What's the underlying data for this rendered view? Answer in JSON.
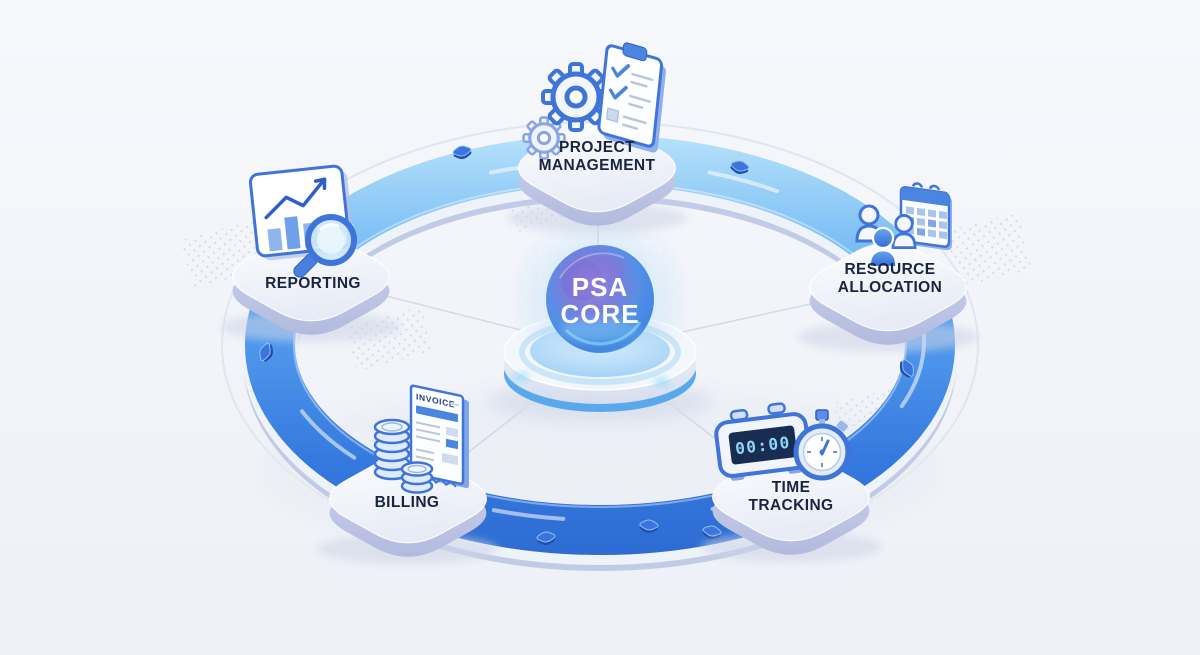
{
  "core": {
    "line1": "PSA",
    "line2": "CORE"
  },
  "nodes": {
    "project_management": {
      "line1": "PROJECT",
      "line2": "MANAGEMENT",
      "icons": [
        "gear-icon",
        "small-gear-icon",
        "clipboard-checklist-icon"
      ]
    },
    "resource_allocation": {
      "line1": "RESOURCE",
      "line2": "ALLOCATION",
      "icons": [
        "team-icon",
        "calendar-icon"
      ]
    },
    "time_tracking": {
      "line1": "TIME",
      "line2": "TRACKING",
      "clock_display": "00:00",
      "icons": [
        "digital-clock-icon",
        "stopwatch-icon"
      ]
    },
    "billing": {
      "label": "BILLING",
      "invoice_title": "INVOICE",
      "icons": [
        "coin-stack-icon",
        "invoice-icon"
      ]
    },
    "reporting": {
      "label": "REPORTING",
      "icons": [
        "bar-chart-icon",
        "magnifier-icon"
      ]
    }
  },
  "colors": {
    "background": "#f3f5f9",
    "ring_light_blue": "#9fd4f8",
    "ring_blue": "#4e97ec",
    "ring_deep_blue": "#2e6fd6",
    "icon_outline_blue": "#3f74da",
    "icon_accent_blue": "#4a86e0",
    "label_text": "#1a2440",
    "core_purple": "#8a79d6",
    "core_blue": "#4e93e6",
    "core_cyan_glow": "#7cd2f8",
    "platform_white": "#f9fbfe"
  }
}
